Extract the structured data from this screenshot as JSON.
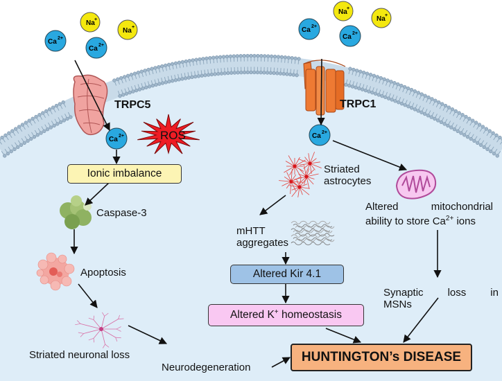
{
  "ions": {
    "na": "Na",
    "na_sup": "+",
    "ca": "Ca",
    "ca_sup": "2+"
  },
  "channels": {
    "left": "TRPC5",
    "right": "TRPC1"
  },
  "ros": "ROS",
  "left_path": {
    "ionic_imbalance": "Ionic imbalance",
    "caspase": "Caspase-3",
    "apoptosis": "Apoptosis",
    "neuronal_loss": "Striated neuronal loss",
    "neurodegeneration": "Neurodegeneration"
  },
  "middle_path": {
    "astrocytes_1": "Striated",
    "astrocytes_2": "astrocytes",
    "mhtt_1": "mHTT",
    "mhtt_2": "aggregates",
    "kir": "Altered Kir 4.1",
    "k_homeostasis_a": "Altered K",
    "k_homeostasis_sup": "+",
    "k_homeostasis_b": " homeostasis"
  },
  "right_path": {
    "mito_w1": "Altered",
    "mito_w2": "mitochondrial",
    "mito_line2_a": "ability to store Ca",
    "mito_line2_sup": "2+",
    "mito_line2_b": " ions",
    "syn_w1": "Synaptic",
    "syn_w2": "loss",
    "syn_w3": "in",
    "syn_line2": "MSNs"
  },
  "disease": "HUNTINGTON’s DISEASE",
  "colors": {
    "cell": "#deedf8",
    "membrane": "#aac0d4",
    "ca_ion": "#29a8e0",
    "na_ion": "#f4e80f",
    "trpc5": "#f0a3a0",
    "trpc1": "#ee7a33",
    "ros": "#ee1c24",
    "ionic_box": "#fcf4b4",
    "kir_box": "#9ec2e6",
    "k_box": "#f9c8f2",
    "disease_box": "#f7b27f"
  }
}
